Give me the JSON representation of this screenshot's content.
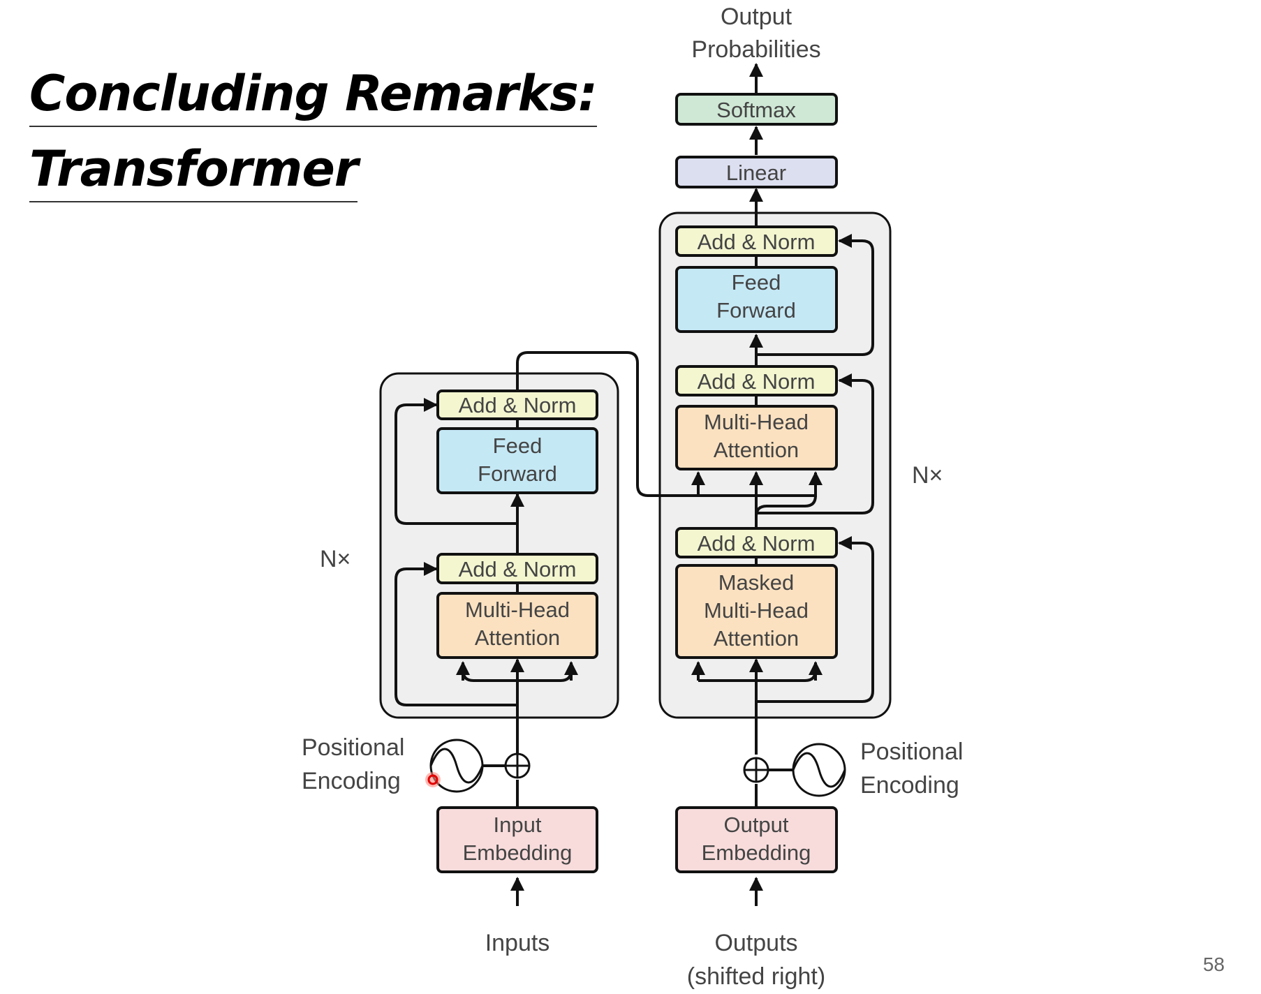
{
  "slide": {
    "title_line1": "Concluding Remarks:",
    "title_line2": "Transformer",
    "page_number": "58"
  },
  "diagram": {
    "output_label": [
      "Output",
      "Probabilities"
    ],
    "softmax": "Softmax",
    "linear": "Linear",
    "encoder": {
      "add_norm": "Add & Norm",
      "feed_forward": [
        "Feed",
        "Forward"
      ],
      "attention": [
        "Multi-Head",
        "Attention"
      ],
      "repeat": "N×",
      "positional_encoding": [
        "Positional",
        "Encoding"
      ],
      "embedding": [
        "Input",
        "Embedding"
      ],
      "input_label": "Inputs"
    },
    "decoder": {
      "add_norm": "Add & Norm",
      "feed_forward": [
        "Feed",
        "Forward"
      ],
      "cross_attention": [
        "Multi-Head",
        "Attention"
      ],
      "masked_attention": [
        "Masked",
        "Multi-Head",
        "Attention"
      ],
      "repeat": "N×",
      "positional_encoding": [
        "Positional",
        "Encoding"
      ],
      "embedding": [
        "Output",
        "Embedding"
      ],
      "input_label": [
        "Outputs",
        "(shifted right)"
      ]
    },
    "colors": {
      "add_norm": "#f3f6cf",
      "feed_forward": "#c5e8f5",
      "attention": "#fbe1c0",
      "embedding": "#f8dcdc",
      "softmax": "#cfe8d5",
      "linear": "#dcdff0",
      "block_bg": "#efefef"
    }
  }
}
